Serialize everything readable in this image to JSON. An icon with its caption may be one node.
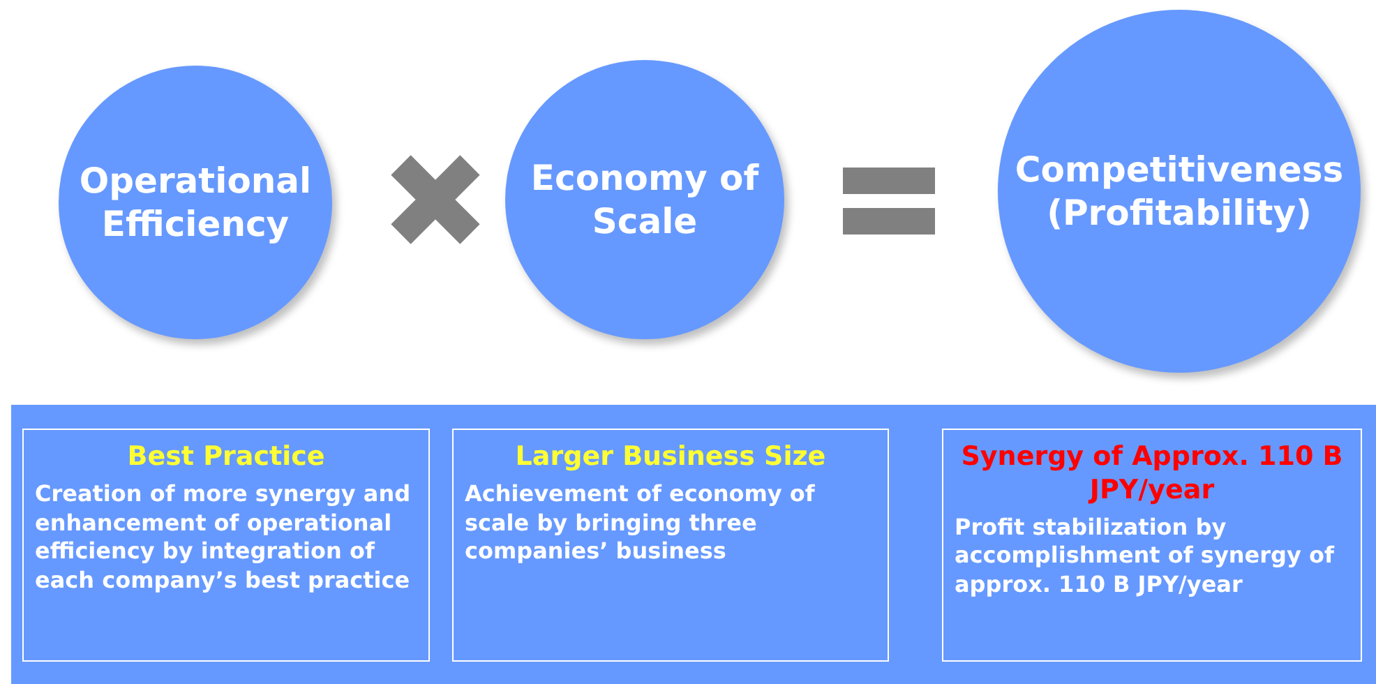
{
  "diagram": {
    "nodes": [
      {
        "text": [
          "Operational Efficiency"
        ]
      },
      {
        "text": [
          "Economy of Scale"
        ]
      },
      {
        "text": [
          "Competitiveness (Profitability)"
        ]
      },
      {
        "text": [],
        "shape": "box"
      },
      {
        "text": [
          "Best Practice",
          "Creation of more synergy and enhancement of operational efficiency by integration of each company’s best practice"
        ],
        "in": 3
      },
      {
        "text": [
          "Larger Business Size",
          "Achievement of economy of scale by bringing three companies’ business"
        ],
        "in": 3
      },
      {
        "text": [
          "Synergy of Approx. 110 B JPY/year",
          "Profit stabilization by accomplishment of synergy of approx. 110 B JPY/year"
        ],
        "in": 3
      }
    ]
  }
}
